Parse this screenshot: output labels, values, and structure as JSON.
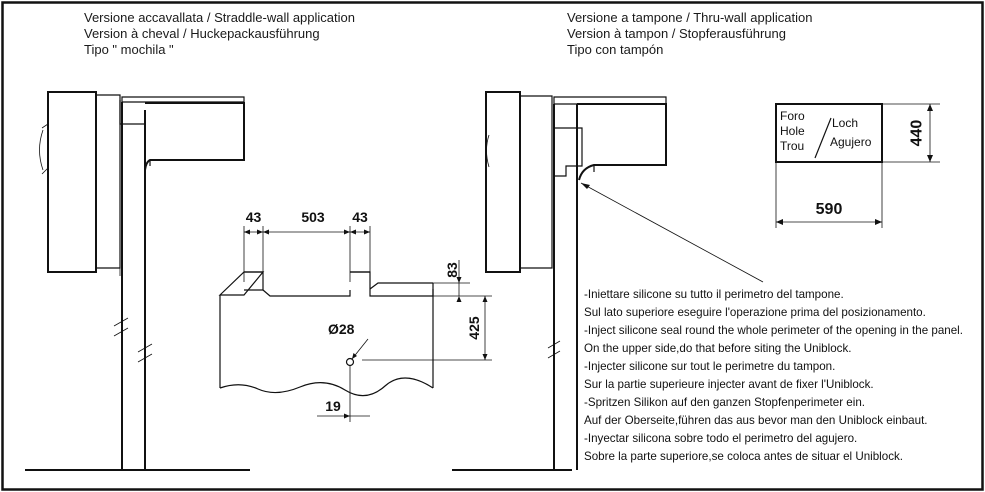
{
  "left_titles": [
    "Versione accavallata / Straddle-wall application",
    "Version à cheval / Huckepackausführung",
    "Tipo \" mochila \""
  ],
  "right_titles": [
    "Versione a tampone / Thru-wall application",
    "Version à tampon / Stopferausführung",
    "Tipo con tampón"
  ],
  "cutout_dims": {
    "left_edge": "43",
    "width": "503",
    "right_edge": "43",
    "top_depth": "83",
    "height": "425",
    "hole_diameter": "Ø28",
    "hole_offset": "19"
  },
  "hole_box": {
    "label_left": [
      "Foro",
      "Hole",
      "Trou"
    ],
    "label_right": [
      "Loch",
      "Agujero"
    ],
    "width": "590",
    "height": "440"
  },
  "instructions": [
    "-Iniettare silicone su tutto il perimetro del tampone.",
    "Sul lato superiore eseguire l'operazione prima del posizionamento.",
    "-Inject silicone seal round the whole perimeter of the opening in the panel.",
    "On the upper side,do that before siting the Uniblock.",
    "-Injecter silicone sur tout le perimetre du tampon.",
    "Sur la partie superieure injecter avant de fixer l'Uniblock.",
    "-Spritzen Silikon auf den ganzen Stopfenperimeter ein.",
    "Auf der Oberseite,führen das aus bevor man den Uniblock einbaut.",
    "-Inyectar silicona sobre todo el perimetro del agujero.",
    "Sobre la parte superiore,se coloca antes de situar el Uniblock."
  ]
}
